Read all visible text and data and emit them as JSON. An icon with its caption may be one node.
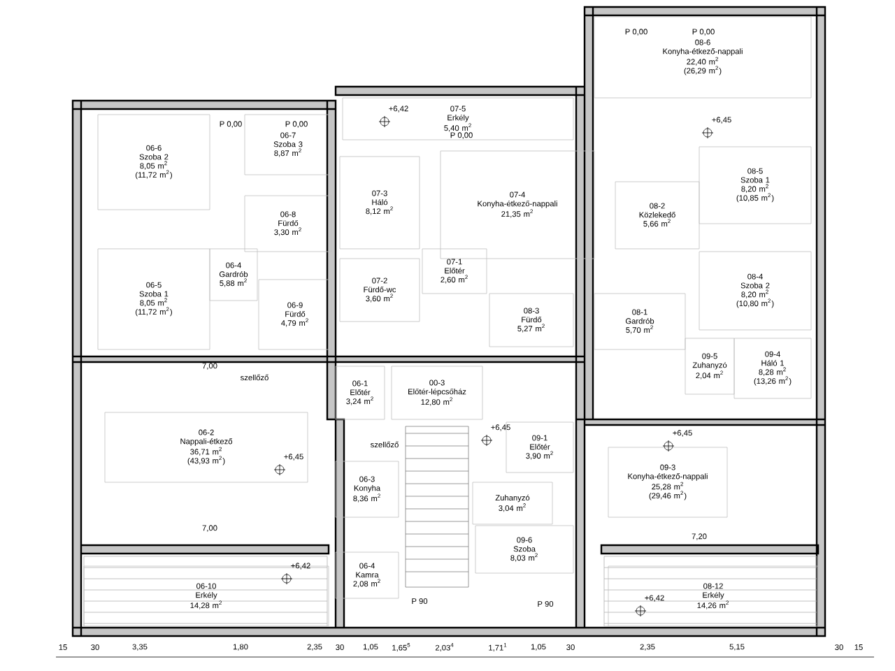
{
  "diagram": {
    "nodes": [
      {
        "text": [
          "06-6",
          "Szoba 2",
          "8,05 m$^{2}$",
          "(11,72 m$^{2}$)"
        ]
      },
      {
        "text": [
          "06-7",
          "Szoba 3",
          "8,87 m$^{2}$"
        ]
      },
      {
        "text": [
          "06-8",
          "Fürdő",
          "3,30 m$^{2}$"
        ]
      },
      {
        "text": [
          "06-4",
          "Gardrób",
          "5,88 m$^{2}$"
        ]
      },
      {
        "text": [
          "06-9",
          "Fürdő",
          "4,79 m$^{2}$"
        ]
      },
      {
        "text": [
          "06-5",
          "Szoba 1",
          "8,05 m$^{2}$",
          "(11,72 m$^{2}$)"
        ]
      },
      {
        "text": [
          "07-5",
          "Erkély",
          "5,40 m$^{2}$"
        ]
      },
      {
        "text": [
          "07-3",
          "Háló",
          "8,12 m$^{2}$"
        ]
      },
      {
        "text": [
          "07-4",
          "Konyha-étkező-nappali",
          "21,35 m$^{2}$"
        ]
      },
      {
        "text": [
          "07-2",
          "Fürdő-wc",
          "3,60 m$^{2}$"
        ]
      },
      {
        "text": [
          "07-1",
          "Előtér",
          "2,60 m$^{2}$"
        ]
      },
      {
        "text": [
          "08-3",
          "Fürdő",
          "5,27 m$^{2}$"
        ]
      },
      {
        "text": [
          "08-6",
          "Konyha-étkező-nappali",
          "22,40 m$^{2}$",
          "(26,29 m$^{2}$)"
        ]
      },
      {
        "text": [
          "08-5",
          "Szoba 1",
          "8,20 m$^{2}$",
          "(10,85 m$^{2}$)"
        ]
      },
      {
        "text": [
          "08-2",
          "Közlekedő",
          "5,66 m$^{2}$"
        ]
      },
      {
        "text": [
          "08-4",
          "Szoba 2",
          "8,20 m$^{2}$",
          "(10,80 m$^{2}$)"
        ]
      },
      {
        "text": [
          "08-1",
          "Gardrób",
          "5,70 m$^{2}$"
        ]
      },
      {
        "text": [
          "09-5",
          "Zuhanyzó",
          "2,04 m$^{2}$"
        ]
      },
      {
        "text": [
          "09-4",
          "Háló 1",
          "8,28 m$^{2}$",
          "(13,26 m$^{2}$)"
        ]
      },
      {
        "text": [
          "06-1",
          "Előtér",
          "3,24 m$^{2}$"
        ]
      },
      {
        "text": [
          "00-3",
          "Előtér-lépcsőház",
          "12,80 m$^{2}$"
        ]
      },
      {
        "text": [
          "06-2",
          "Nappali-étkező",
          "36,71 m$^{2}$",
          "(43,93 m$^{2}$)"
        ]
      },
      {
        "text": [
          "09-1",
          "Előtér",
          "3,90 m$^{2}$"
        ]
      },
      {
        "text": [
          "06-3",
          "Konyha",
          "8,36 m$^{2}$"
        ]
      },
      {
        "text": [
          "Zuhanyzó",
          "3,04 m$^{2}$"
        ]
      },
      {
        "text": [
          "06-4",
          "Kamra",
          "2,08 m$^{2}$"
        ]
      },
      {
        "text": [
          "09-6",
          "Szoba",
          "8,03 m$^{2}$"
        ]
      },
      {
        "text": [
          "09-3",
          "Konyha-étkező-nappali",
          "25,28 m$^{2}$",
          "(29,46 m$^{2}$)"
        ]
      },
      {
        "text": [
          "06-10",
          "Erkély",
          "14,28 m$^{2}$"
        ]
      },
      {
        "text": [
          "08-12",
          "Erkély",
          "14,26 m$^{2}$"
        ]
      }
    ],
    "labels": [
      "P 0,00",
      "P 0,00",
      "P 0,00",
      "P 0,00",
      "P 0,00",
      "+6,42",
      "+6,45",
      "szellőző",
      "+6,45",
      "+6,45",
      "szellőző",
      "+6,45",
      "7,00",
      "7,20",
      "7,00",
      "+6,42",
      "P 90",
      "P 90",
      "+6,42",
      "15",
      "30",
      "3,35",
      "1,80",
      "2,35",
      "30",
      "1,05",
      "1,65$^{5}$",
      "2,03$^{4}$",
      "1,71$^{1}$",
      "1,05",
      "30",
      "2,35",
      "5,15",
      "30",
      "15"
    ]
  }
}
